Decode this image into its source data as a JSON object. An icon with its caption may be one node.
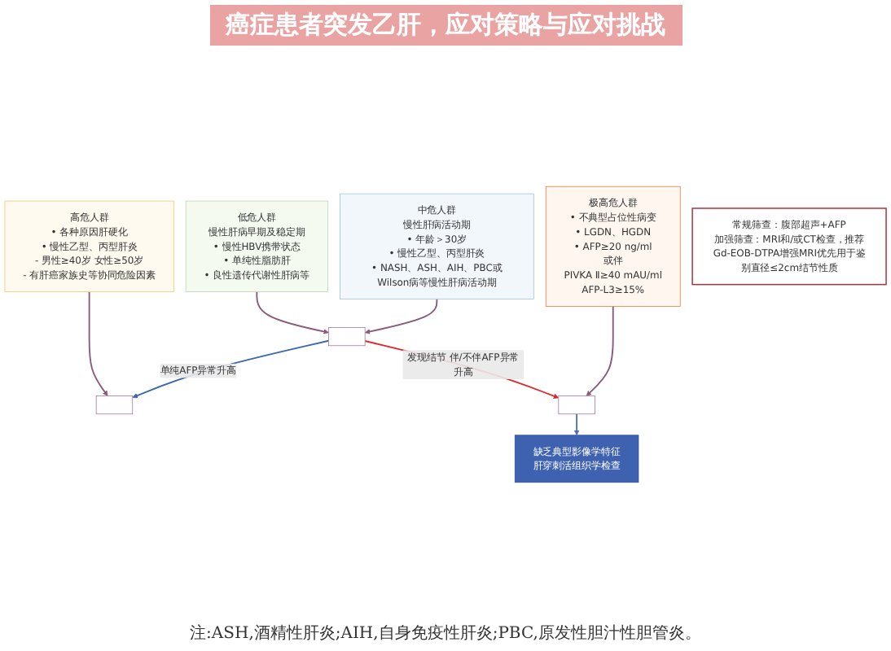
{
  "diagram": {
    "title": "癌症患者突发乙肝，应对策略与应对挑战",
    "nodes": [
      {
        "text": [
          "低危人群",
          "慢性肝病早期及稳定期",
          "• 慢性HBV携带状态",
          "• 单纯性脂肪肝",
          "• 良性遗传代谢性肝病等"
        ]
      },
      {
        "text": [
          "中危人群",
          "慢性肝病活动期",
          "• 年龄＞30岁",
          "• 慢性乙型、丙型肝炎",
          "• NASH、ASH、AIH、PBC或Wilson病等慢性肝病活动期"
        ]
      },
      {
        "text": [
          "高危人群",
          "• 各种原因肝硬化",
          "• 慢性乙型、丙型肝炎",
          "- 男性≥40岁 女性≥50岁",
          "- 有肝癌家族史等协同危险因素"
        ]
      },
      {
        "text": [
          "极高危人群",
          "• 不典型占位性病变",
          "• LGDN、HGDN",
          "• AFP≥20 ng/ml",
          "或伴",
          "PIVKA Ⅱ≥40 mAU/ml",
          "AFP-L3≥15%"
        ]
      },
      {
        "text": [],
        "shape": "box"
      },
      {
        "text": [],
        "shape": "box"
      },
      {
        "text": [],
        "shape": "box"
      },
      {
        "text": [
          "缺乏典型影像学特征",
          "肝穿刺活组织学检查"
        ]
      },
      {
        "text": [
          "常规筛查：腹部超声+AFP",
          "加强筛查：MRI和/或CT检查，推荐Gd-EOB-DTPA增强MRI优先用于鉴别直径≤2cm结节性质"
        ]
      }
    ],
    "edges": [
      {
        "from": 0,
        "to": 4,
        "arrow": "to"
      },
      {
        "from": 1,
        "to": 4,
        "arrow": "to"
      },
      {
        "from": 2,
        "to": 5,
        "arrow": "to"
      },
      {
        "from": 3,
        "to": 6,
        "arrow": "to"
      },
      {
        "from": 4,
        "to": 5,
        "arrow": "to",
        "label": "单纯AFP异常升高",
        "color": "#3b66b0"
      },
      {
        "from": 4,
        "to": 6,
        "arrow": "to",
        "label": "发现结节 伴/不伴AFP异常升高",
        "color": "#e0262b"
      },
      {
        "from": 6,
        "to": 7,
        "arrow": "to",
        "color": "#4a6fb5"
      }
    ],
    "labels": [
      "注:ASH,酒精性肝炎;AIH,自身免疫性肝炎;PBC,原发性胆汁性胆管炎。"
    ]
  }
}
